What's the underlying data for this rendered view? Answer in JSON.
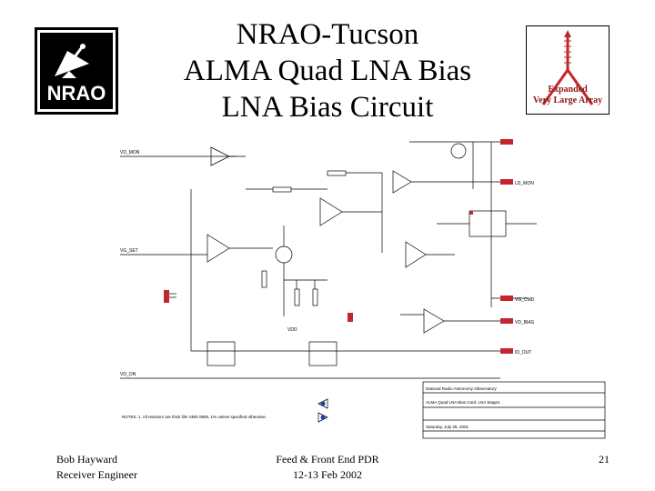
{
  "title": {
    "line1": "NRAO-Tucson",
    "line2": "ALMA Quad LNA Bias",
    "line3": "LNA Bias Circuit"
  },
  "logos": {
    "nrao": {
      "text": "NRAO",
      "icon": "nrao-logo-icon"
    },
    "evla": {
      "line1": "Expanded",
      "line2": "Very Large Array",
      "icon": "evla-logo-icon",
      "color": "#8b1a1a"
    }
  },
  "schematic": {
    "labels": {
      "vd_mon": "VD_MON",
      "vg_set": "VG_SET",
      "vd_on": "VD_ON",
      "vdd": "VDD",
      "ld_mon": "LD_MON",
      "vg_cmd": "VG_CMD",
      "vd_bias": "VD_BIAS",
      "id_out": "ID_OUT"
    },
    "title_block": {
      "org": "National Radio Astronomy Observatory",
      "title": "ALMA Quad LNA Bias Card, LNA Stage1",
      "date": "Saturday, July 28, 2001"
    },
    "notes": "NOTES: 1. All resistors are thick film SMD 0805, 1% unless specified otherwise."
  },
  "footer": {
    "author": "Bob Hayward",
    "role": "Receiver Engineer",
    "event": "Feed & Front End PDR",
    "dates": "12-13 Feb 2002",
    "page": "21"
  }
}
